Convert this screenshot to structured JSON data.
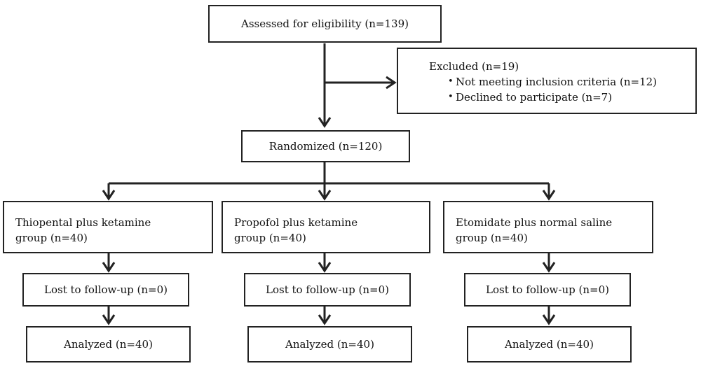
{
  "flowchart": {
    "assessed": "Assessed for eligibility (n=139)",
    "excluded": {
      "title": "Excluded (n=19)",
      "items": [
        "Not meeting inclusion criteria (n=12)",
        "Declined to participate (n=7)"
      ]
    },
    "randomized": "Randomized (n=120)",
    "groups": [
      {
        "allocation_line1": "Thiopental plus ketamine",
        "allocation_line2": "group (n=40)",
        "lost": "Lost to follow-up (n=0)",
        "analyzed": "Analyzed (n=40)"
      },
      {
        "allocation_line1": "Propofol plus ketamine",
        "allocation_line2": "group (n=40)",
        "lost": "Lost to follow-up (n=0)",
        "analyzed": "Analyzed (n=40)"
      },
      {
        "allocation_line1": "Etomidate plus normal saline",
        "allocation_line2": "group (n=40)",
        "lost": "Lost to follow-up (n=0)",
        "analyzed": "Analyzed (n=40)"
      }
    ]
  }
}
